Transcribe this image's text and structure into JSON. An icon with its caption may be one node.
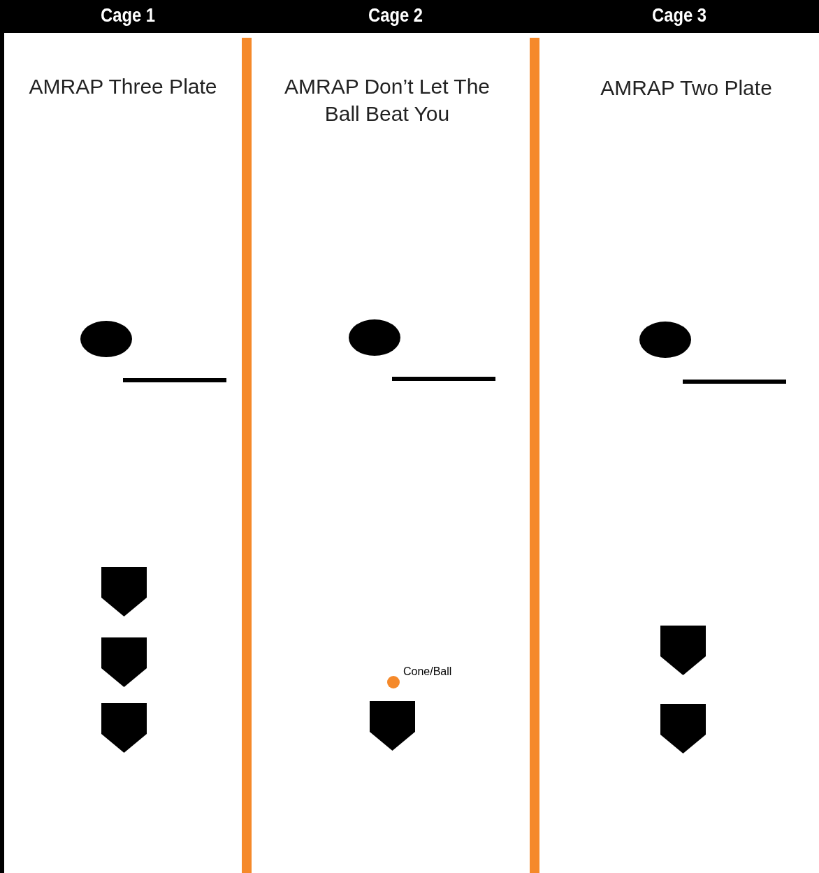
{
  "diagram": {
    "nodes": [
      {
        "text": [
          "Cage 1",
          "AMRAP Three Plate"
        ]
      },
      {
        "text": [
          "Cage 2",
          "AMRAP Don’t Let The Ball Beat You"
        ]
      },
      {
        "text": [
          "Cage 3",
          "AMRAP Two Plate"
        ]
      }
    ],
    "labels": [
      "Cone/Ball"
    ]
  }
}
